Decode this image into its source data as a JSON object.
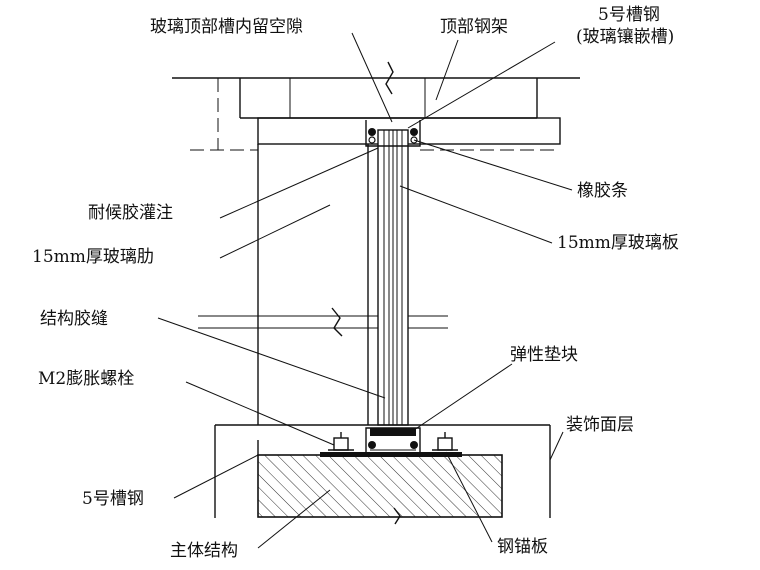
{
  "labels": {
    "top_gap": "玻璃顶部槽内留空隙",
    "top_frame": "顶部钢架",
    "channel_no5_a": "5号槽钢",
    "channel_no5_b": "(玻璃镶嵌槽)",
    "rubber_strip": "橡胶条",
    "weather_sealant": "耐候胶灌注",
    "glass_panel": "15mm厚玻璃板",
    "glass_fin": "15mm厚玻璃肋",
    "structural_joint": "结构胶缝",
    "elastic_block": "弹性垫块",
    "expansion_bolt": "M2膨胀螺栓",
    "decor_layer": "装饰面层",
    "channel_no5": "5号槽钢",
    "main_structure": "主体结构",
    "steel_anchor": "钢锚板"
  },
  "colors": {
    "line": "#111111",
    "background": "#ffffff",
    "hatch": "#333333"
  }
}
